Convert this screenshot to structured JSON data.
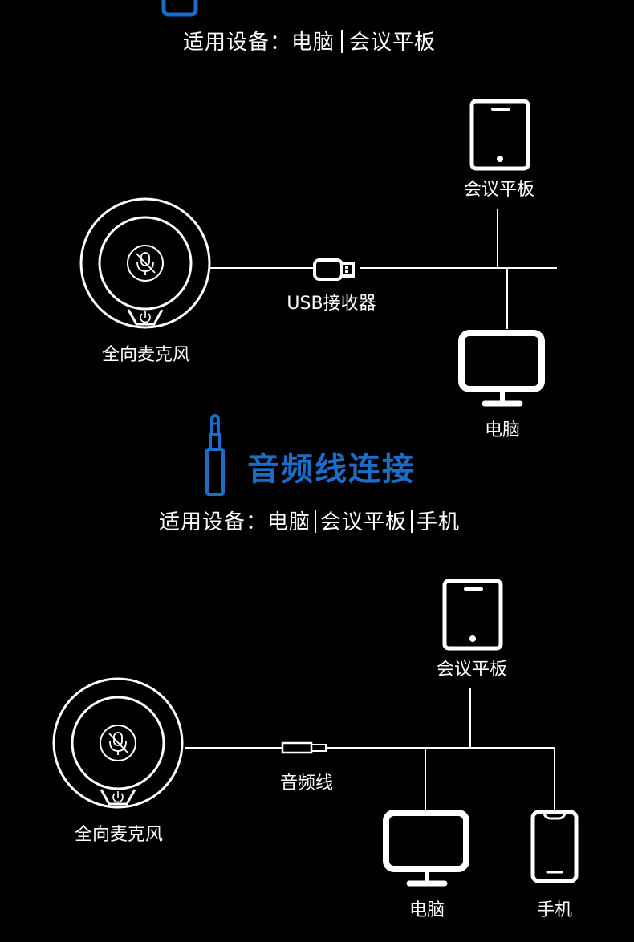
{
  "colors": {
    "accent": "#1a6ec9",
    "background": "#000000",
    "foreground": "#ffffff"
  },
  "section1": {
    "subtitle_prefix": "适用设备：",
    "devices": [
      "电脑",
      "会议平板"
    ],
    "mic_label": "全向麦克风",
    "receiver_label": "USB接收器",
    "tablet_label": "会议平板",
    "computer_label": "电脑"
  },
  "section2": {
    "title": "音频线连接",
    "subtitle_prefix": "适用设备：",
    "devices": [
      "电脑",
      "会议平板",
      "手机"
    ],
    "mic_label": "全向麦克风",
    "cable_label": "音频线",
    "tablet_label": "会议平板",
    "computer_label": "电脑",
    "phone_label": "手机"
  }
}
